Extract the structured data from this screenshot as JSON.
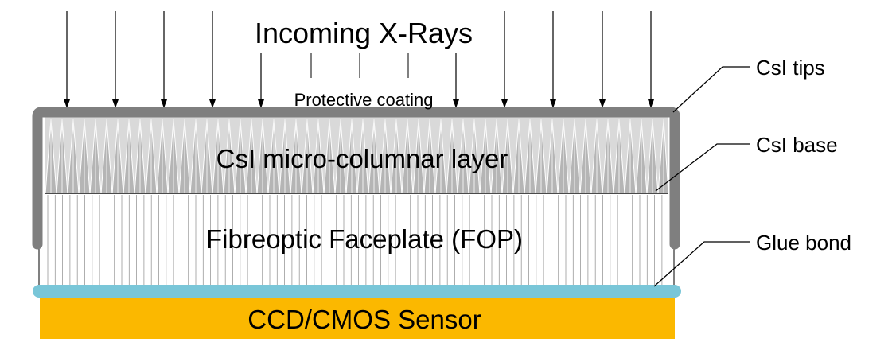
{
  "title": "Incoming X-Rays",
  "layers": {
    "coating": "Protective coating",
    "csi_layer": "CsI micro-columnar layer",
    "fop": "Fibreoptic Faceplate (FOP)",
    "sensor": "CCD/CMOS Sensor"
  },
  "callouts": {
    "csi_tips": "CsI tips",
    "csi_base": "CsI base",
    "glue_bond": "Glue bond"
  },
  "colors": {
    "coating": "#7f7f7f",
    "glue": "#79c6d8",
    "sensor": "#fbb800",
    "csi_fill": "#d9d9d9",
    "line": "#000000"
  },
  "icons": {
    "xray_arrow": "down-arrow-icon"
  }
}
